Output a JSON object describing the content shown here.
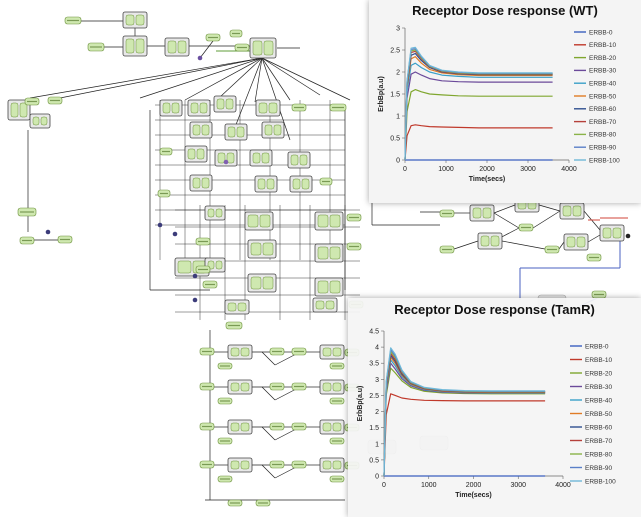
{
  "colors": {
    "node_fill": "#cfe8b0",
    "node_stroke": "#6a8f3a",
    "complex_fill": "#e8e8e8",
    "complex_stroke": "#444444",
    "edge": "#222222",
    "edge_highlight_green": "#5f9e3a",
    "edge_highlight_blue": "#4a62c0",
    "edge_highlight_red": "#d0453a",
    "panel_bg": "#f4f4f4"
  },
  "network": {
    "description_icon": "reaction-network-diagram"
  },
  "chart_data": [
    {
      "type": "line",
      "title": "Receptor Dose response (WT)",
      "xlabel": "Time(secs)",
      "ylabel": "ErbBp(a.u)",
      "xlim": [
        0,
        4000
      ],
      "ylim": [
        0,
        3
      ],
      "xticks": [
        0,
        1000,
        2000,
        3000,
        4000
      ],
      "yticks": [
        0,
        0.5,
        1,
        1.5,
        2,
        2.5,
        3
      ],
      "legend_position": "right",
      "x": [
        0,
        50,
        150,
        250,
        400,
        600,
        900,
        1300,
        1800,
        2400,
        3000,
        3600
      ],
      "series": [
        {
          "name": "ERBB-0",
          "color": "#3a5fbf",
          "values": [
            0,
            0,
            0,
            0,
            0,
            0,
            0,
            0,
            0,
            0,
            0,
            0
          ]
        },
        {
          "name": "ERBB-10",
          "color": "#c0392b",
          "values": [
            0,
            0.55,
            0.78,
            0.8,
            0.78,
            0.76,
            0.75,
            0.74,
            0.73,
            0.73,
            0.73,
            0.73
          ]
        },
        {
          "name": "ERBB-20",
          "color": "#7fa62e",
          "values": [
            0,
            1.1,
            1.55,
            1.6,
            1.55,
            1.5,
            1.48,
            1.46,
            1.45,
            1.45,
            1.45,
            1.45
          ]
        },
        {
          "name": "ERBB-30",
          "color": "#6b4a9a",
          "values": [
            0,
            1.4,
            1.95,
            2.0,
            1.93,
            1.85,
            1.8,
            1.78,
            1.77,
            1.77,
            1.77,
            1.77
          ]
        },
        {
          "name": "ERBB-40",
          "color": "#3aa0c8",
          "values": [
            0,
            1.55,
            2.15,
            2.2,
            2.1,
            2.0,
            1.93,
            1.9,
            1.88,
            1.88,
            1.88,
            1.88
          ]
        },
        {
          "name": "ERBB-50",
          "color": "#e07b25",
          "values": [
            0,
            1.65,
            2.3,
            2.35,
            2.2,
            2.06,
            1.98,
            1.94,
            1.92,
            1.92,
            1.92,
            1.92
          ]
        },
        {
          "name": "ERBB-60",
          "color": "#2f4f8f",
          "values": [
            0,
            1.7,
            2.38,
            2.42,
            2.26,
            2.1,
            2.0,
            1.96,
            1.94,
            1.94,
            1.94,
            1.94
          ]
        },
        {
          "name": "ERBB-70",
          "color": "#b5403a",
          "values": [
            0,
            1.73,
            2.44,
            2.47,
            2.3,
            2.12,
            2.01,
            1.97,
            1.95,
            1.95,
            1.95,
            1.95
          ]
        },
        {
          "name": "ERBB-80",
          "color": "#8ab348",
          "values": [
            0,
            1.76,
            2.48,
            2.5,
            2.32,
            2.13,
            2.02,
            1.98,
            1.96,
            1.96,
            1.96,
            1.96
          ]
        },
        {
          "name": "ERBB-90",
          "color": "#5a7fc8",
          "values": [
            0,
            1.78,
            2.51,
            2.53,
            2.34,
            2.14,
            2.03,
            1.99,
            1.97,
            1.97,
            1.97,
            1.97
          ]
        },
        {
          "name": "ERBB-100",
          "color": "#6fb8d8",
          "values": [
            0,
            1.8,
            2.54,
            2.56,
            2.36,
            2.15,
            2.04,
            2.0,
            1.98,
            1.98,
            1.98,
            1.98
          ]
        }
      ]
    },
    {
      "type": "line",
      "title": "Receptor Dose response (TamR)",
      "xlabel": "Time(secs)",
      "ylabel": "ErbBp(a.u)",
      "xlim": [
        0,
        4000
      ],
      "ylim": [
        0,
        4.5
      ],
      "xticks": [
        0,
        1000,
        2000,
        3000,
        4000
      ],
      "yticks": [
        0,
        0.5,
        1,
        1.5,
        2,
        2.5,
        3,
        3.5,
        4,
        4.5
      ],
      "legend_position": "right",
      "x": [
        0,
        50,
        150,
        250,
        400,
        600,
        900,
        1300,
        1800,
        2400,
        3000,
        3600
      ],
      "series": [
        {
          "name": "ERBB-0",
          "color": "#3a5fbf",
          "values": [
            0,
            0,
            0,
            0,
            0,
            0,
            0,
            0,
            0,
            0,
            0,
            0
          ]
        },
        {
          "name": "ERBB-10",
          "color": "#c0392b",
          "values": [
            0,
            1.9,
            2.55,
            2.5,
            2.42,
            2.38,
            2.35,
            2.34,
            2.33,
            2.33,
            2.33,
            2.33
          ]
        },
        {
          "name": "ERBB-20",
          "color": "#7fa62e",
          "values": [
            0,
            2.5,
            3.35,
            3.2,
            2.95,
            2.75,
            2.63,
            2.58,
            2.56,
            2.55,
            2.55,
            2.55
          ]
        },
        {
          "name": "ERBB-30",
          "color": "#6b4a9a",
          "values": [
            0,
            2.6,
            3.5,
            3.32,
            3.02,
            2.8,
            2.66,
            2.6,
            2.58,
            2.57,
            2.57,
            2.57
          ]
        },
        {
          "name": "ERBB-40",
          "color": "#3aa0c8",
          "values": [
            0,
            2.7,
            3.6,
            3.42,
            3.08,
            2.83,
            2.68,
            2.62,
            2.59,
            2.58,
            2.58,
            2.58
          ]
        },
        {
          "name": "ERBB-50",
          "color": "#e07b25",
          "values": [
            0,
            2.75,
            3.68,
            3.5,
            3.12,
            2.85,
            2.7,
            2.63,
            2.6,
            2.59,
            2.59,
            2.59
          ]
        },
        {
          "name": "ERBB-60",
          "color": "#2f4f8f",
          "values": [
            0,
            2.8,
            3.74,
            3.56,
            3.16,
            2.87,
            2.71,
            2.64,
            2.61,
            2.6,
            2.6,
            2.6
          ]
        },
        {
          "name": "ERBB-70",
          "color": "#b5403a",
          "values": [
            0,
            2.84,
            3.8,
            3.62,
            3.2,
            2.89,
            2.72,
            2.65,
            2.62,
            2.61,
            2.61,
            2.61
          ]
        },
        {
          "name": "ERBB-80",
          "color": "#8ab348",
          "values": [
            0,
            2.88,
            3.86,
            3.68,
            3.23,
            2.9,
            2.73,
            2.66,
            2.63,
            2.62,
            2.62,
            2.62
          ]
        },
        {
          "name": "ERBB-90",
          "color": "#5a7fc8",
          "values": [
            0,
            2.91,
            3.92,
            3.73,
            3.26,
            2.92,
            2.74,
            2.67,
            2.64,
            2.63,
            2.63,
            2.63
          ]
        },
        {
          "name": "ERBB-100",
          "color": "#6fb8d8",
          "values": [
            0,
            2.94,
            3.98,
            3.78,
            3.29,
            2.93,
            2.75,
            2.68,
            2.65,
            2.64,
            2.64,
            2.64
          ]
        }
      ]
    }
  ]
}
